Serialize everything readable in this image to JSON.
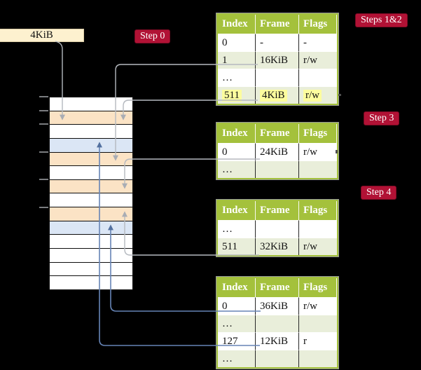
{
  "colors": {
    "badge_red": "#b11235",
    "table_header_green": "#a4c13c",
    "table_row_green": "#e9eeda",
    "highlight_yellow": "#fcfc9e",
    "frame_orange": "#fbe3c5",
    "frame_blue": "#dbe6f5",
    "label_cream": "#fdf1cf",
    "arrow_gray": "#b5b9bf",
    "arrow_blue": "#6684b6"
  },
  "frame_label": {
    "text": "4KiB"
  },
  "badges": {
    "step0": "Step 0",
    "steps12": "Steps 1&2",
    "step3": "Step 3",
    "step4": "Step 4"
  },
  "memory": {
    "rows": [
      "white",
      "orange",
      "white",
      "blue",
      "orange",
      "white",
      "orange",
      "white",
      "orange",
      "blue",
      "white",
      "white",
      "white",
      "white"
    ],
    "tick_boundaries": [
      0,
      1,
      2,
      4,
      6,
      8
    ]
  },
  "tables": [
    {
      "name": "page-table-steps-1-2",
      "headers": [
        "Index",
        "Frame",
        "Flags"
      ],
      "rows": [
        {
          "cells": [
            "0",
            "-",
            "-"
          ]
        },
        {
          "cells": [
            "1",
            "16KiB",
            "r/w"
          ]
        },
        {
          "cells": [
            "…",
            "",
            ""
          ]
        },
        {
          "cells": [
            "511",
            "4KiB",
            "r/w"
          ],
          "highlighted": true
        }
      ]
    },
    {
      "name": "page-table-step-3",
      "headers": [
        "Index",
        "Frame",
        "Flags"
      ],
      "rows": [
        {
          "cells": [
            "0",
            "24KiB",
            "r/w"
          ]
        },
        {
          "cells": [
            "…",
            "",
            ""
          ]
        }
      ]
    },
    {
      "name": "page-table-step-4",
      "headers": [
        "Index",
        "Frame",
        "Flags"
      ],
      "rows": [
        {
          "cells": [
            "…",
            "",
            ""
          ]
        },
        {
          "cells": [
            "511",
            "32KiB",
            "r/w"
          ]
        }
      ]
    },
    {
      "name": "page-table-bottom",
      "headers": [
        "Index",
        "Frame",
        "Flags"
      ],
      "rows": [
        {
          "cells": [
            "0",
            "36KiB",
            "r/w"
          ]
        },
        {
          "cells": [
            "…",
            "",
            ""
          ]
        },
        {
          "cells": [
            "127",
            "12KiB",
            "r"
          ]
        },
        {
          "cells": [
            "…",
            "",
            ""
          ]
        }
      ]
    }
  ],
  "connections": [
    {
      "from": "4KiB label",
      "to": "memory frame 4KiB",
      "color": "gray"
    },
    {
      "from": "table 1 entry 1 (16KiB)",
      "to": "memory frame 16KiB",
      "color": "gray"
    },
    {
      "from": "table 1 entry 511 (4KiB)",
      "to": "memory frame 4KiB",
      "color": "gray"
    },
    {
      "from": "table 2 entry 0 (24KiB)",
      "to": "memory frame 24KiB",
      "color": "gray"
    },
    {
      "from": "table 3 entry 511 (32KiB)",
      "to": "memory frame 32KiB",
      "color": "gray"
    },
    {
      "from": "table 4 entry 0 (36KiB)",
      "to": "memory frame 36KiB",
      "color": "blue"
    },
    {
      "from": "table 4 entry 127 (12KiB)",
      "to": "memory frame 12KiB",
      "color": "blue"
    }
  ]
}
